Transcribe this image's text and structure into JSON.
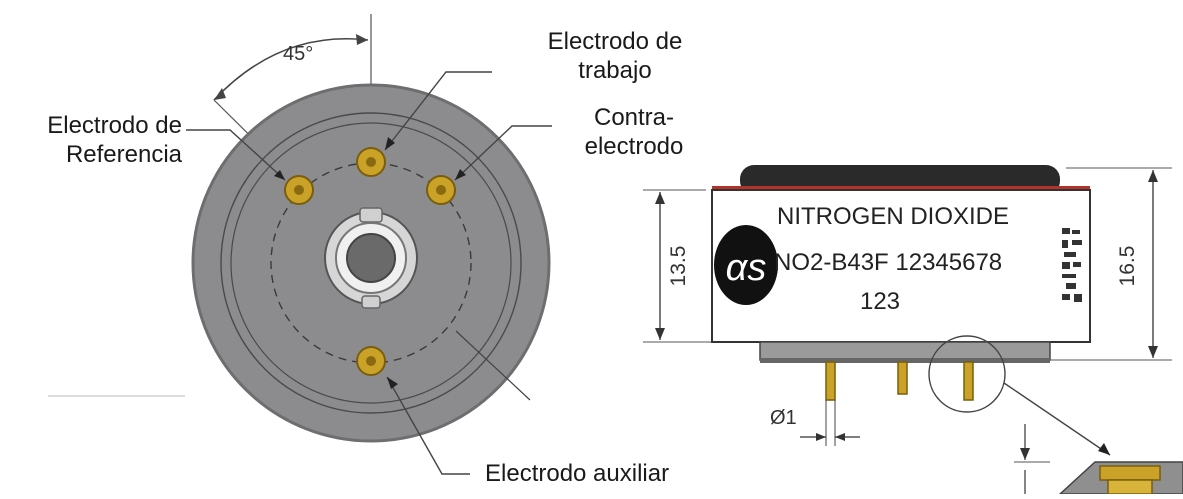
{
  "labels": {
    "working_electrode": [
      "Electrodo de",
      "trabajo"
    ],
    "reference_electrode": [
      "Electrodo de",
      "Referencia"
    ],
    "counter_electrode": [
      "Contra-",
      "electrodo"
    ],
    "auxiliary_electrode": "Electrodo auxiliar"
  },
  "top_view": {
    "angle_label": "45°"
  },
  "side_view": {
    "body_text": {
      "gas_name": "NITROGEN DIOXIDE",
      "part_line": "NO2-B43F 12345678",
      "batch": "123",
      "logo": "αs"
    },
    "dimensions": {
      "left_height": "13.5",
      "right_height": "16.5",
      "pin_diameter": "Ø1"
    }
  },
  "colors": {
    "sensor_disc": "#8c8c8e",
    "disc_edge": "#6e6e70",
    "electrode_gold": "#c9a227",
    "label_red": "#b3322a",
    "cap_black": "#2a2a2a"
  }
}
